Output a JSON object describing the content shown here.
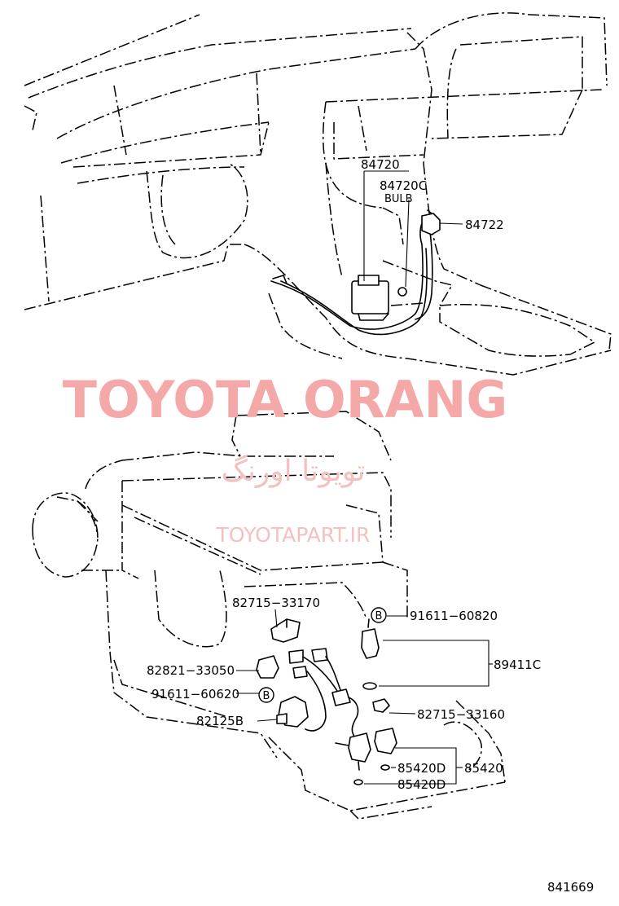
{
  "watermark": {
    "brand": "TOYOTA ORANG",
    "brand_fa": "تویوتا اورنگ",
    "site": "TOYOTAPART.IR"
  },
  "labels": {
    "p84720": "84720",
    "p84720c": "84720C",
    "bulb": "BULB",
    "p84722": "84722",
    "p82715_33170": "82715−33170",
    "p91611_60820": "91611−60820",
    "p89411c": "89411C",
    "p82821_33050": "82821−33050",
    "p91611_60620": "91611−60620",
    "p82125b": "82125B",
    "p82715_33160": "82715−33160",
    "p85420d_1": "85420D",
    "p85420": "85420",
    "p85420d_2": "85420D",
    "callout_b": "B",
    "drawing_no": "841669"
  }
}
